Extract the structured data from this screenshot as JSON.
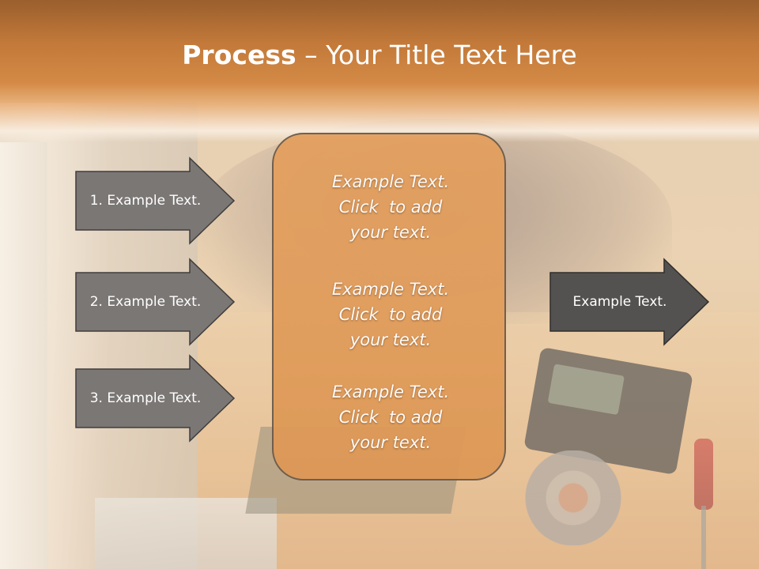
{
  "title": {
    "bold": "Process",
    "rest": " – Your Title Text Here"
  },
  "arrows": [
    {
      "label": "1. Example Text."
    },
    {
      "label": "2. Example Text."
    },
    {
      "label": "3. Example Text."
    }
  ],
  "output_arrow": {
    "label": "Example Text."
  },
  "center_box": {
    "blocks": [
      {
        "line1": "Example Text.",
        "line2": "Click  to add",
        "line3": "your text."
      },
      {
        "line1": "Example Text.",
        "line2": "Click  to add",
        "line3": "your text."
      },
      {
        "line1": "Example Text.",
        "line2": "Click  to add",
        "line3": "your text."
      }
    ]
  },
  "colors": {
    "title_band": "#c27939",
    "arrow_fill": "#7b7775",
    "output_arrow_fill": "#545250",
    "center_box_fill": "#e19d5c",
    "text": "#ffffff"
  }
}
